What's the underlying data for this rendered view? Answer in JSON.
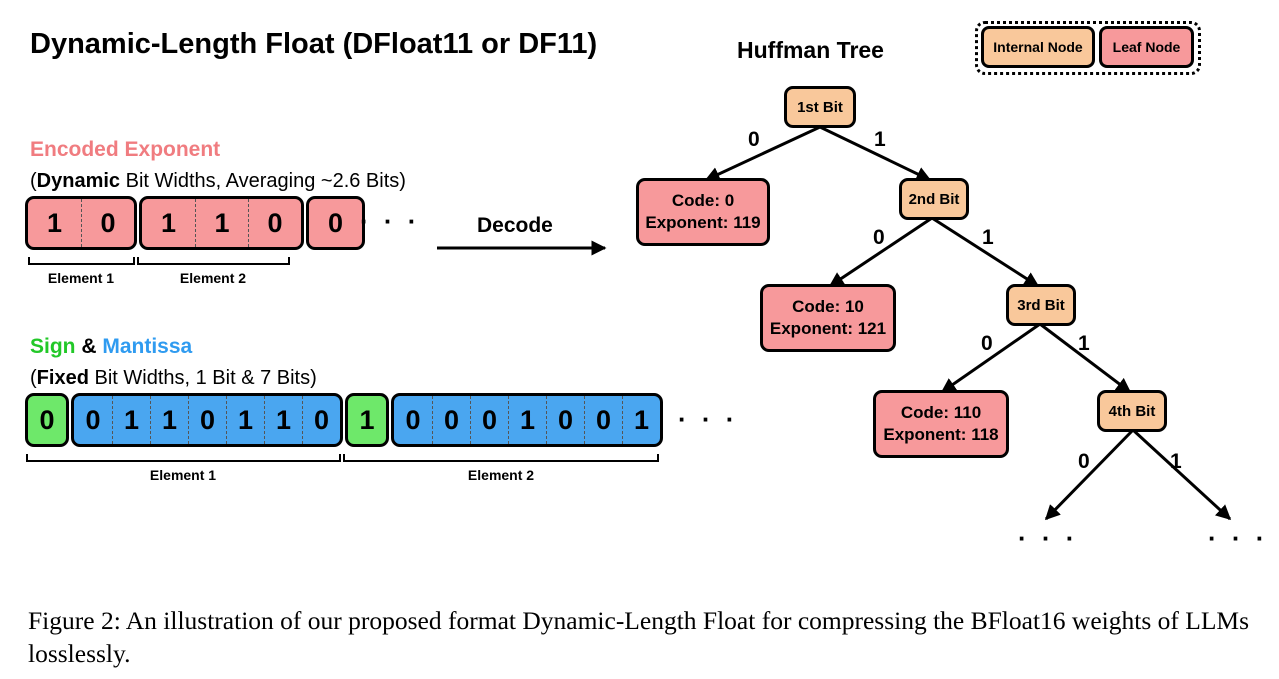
{
  "title": "Dynamic-Length Float (DFloat11 or DF11)",
  "encoded_exponent": {
    "title": "Encoded Exponent",
    "subtitle_open": "(",
    "subtitle_bold": "Dynamic",
    "subtitle_rest": " Bit Widths, Averaging ~2.6 Bits)",
    "groups": [
      [
        "1",
        "0"
      ],
      [
        "1",
        "1",
        "0"
      ],
      [
        "0"
      ]
    ],
    "ellipsis": "· · ·",
    "element_labels": [
      "Element 1",
      "Element 2"
    ]
  },
  "sign_mantissa": {
    "title_sign": "Sign",
    "title_and": " & ",
    "title_mantissa": "Mantissa",
    "subtitle_open": "(",
    "subtitle_bold": "Fixed",
    "subtitle_rest": " Bit Widths, 1 Bit & 7 Bits)",
    "elements": [
      {
        "sign": "0",
        "mantissa": [
          "0",
          "1",
          "1",
          "0",
          "1",
          "1",
          "0"
        ]
      },
      {
        "sign": "1",
        "mantissa": [
          "0",
          "0",
          "0",
          "1",
          "0",
          "0",
          "1"
        ]
      }
    ],
    "ellipsis": "· · ·",
    "element_labels": [
      "Element 1",
      "Element 2"
    ]
  },
  "decode_label": "Decode",
  "tree": {
    "title": "Huffman Tree",
    "legend": {
      "internal": "Internal Node",
      "leaf": "Leaf Node"
    },
    "internal_nodes": [
      "1st Bit",
      "2nd Bit",
      "3rd Bit",
      "4th Bit"
    ],
    "leaves": [
      {
        "code": "Code: 0",
        "exponent": "Exponent: 119"
      },
      {
        "code": "Code: 10",
        "exponent": "Exponent: 121"
      },
      {
        "code": "Code: 110",
        "exponent": "Exponent: 118"
      }
    ],
    "edge_zero": "0",
    "edge_one": "1",
    "ellipsis": "· · ·"
  },
  "caption": "Figure 2: An illustration of our proposed format Dynamic-Length Float for compressing the BFloat16 weights of LLMs losslessly.",
  "colors": {
    "encoded_exponent": "#f07c80",
    "leaf_fill": "#f7999b",
    "internal_fill": "#f9c89b",
    "sign_fill": "#6ee86a",
    "mantissa_fill": "#4aa6f0",
    "sign_text": "#22c828",
    "mantissa_text": "#2f9bf0"
  }
}
